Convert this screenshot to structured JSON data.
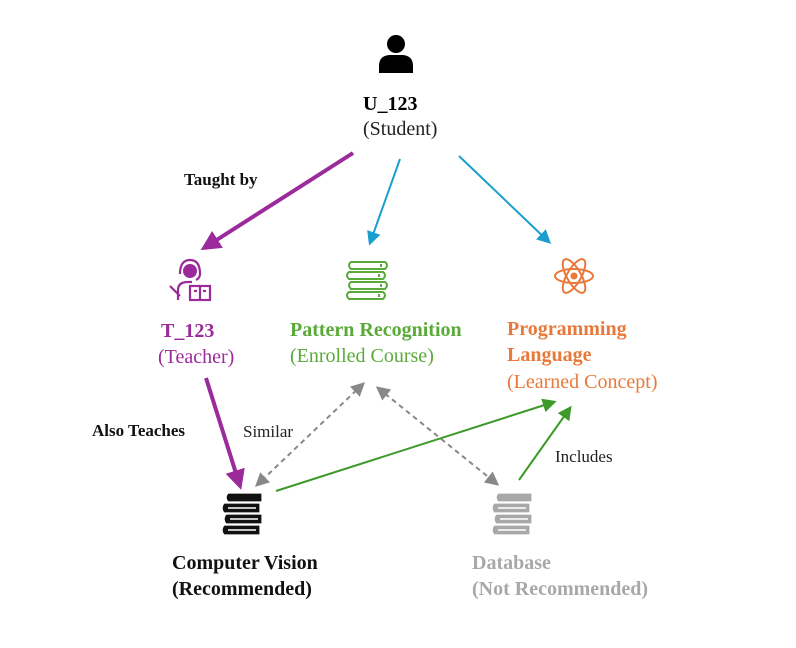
{
  "colors": {
    "student": "#000000",
    "teacher": "#9b2a9b",
    "course": "#5aaa3a",
    "concept": "#e8793a",
    "recommended": "#111111",
    "not_recommended": "#a8a8a8",
    "blue_edge": "#1a9ed0",
    "gray_edge": "#888888"
  },
  "nodes": {
    "student": {
      "title": "U_123",
      "subtitle": "(Student)",
      "icon": "person-icon"
    },
    "teacher": {
      "title": "T_123",
      "subtitle": "(Teacher)",
      "icon": "teacher-icon"
    },
    "course": {
      "title": "Pattern Recognition",
      "subtitle": "(Enrolled Course)",
      "icon": "books-icon"
    },
    "concept": {
      "title_line1": "Programming",
      "title_line2": "Language",
      "subtitle": "(Learned Concept)",
      "icon": "atom-icon"
    },
    "recommended": {
      "title": "Computer Vision",
      "subtitle": "(Recommended)",
      "icon": "books-icon"
    },
    "not_recommended": {
      "title": "Database",
      "subtitle": "(Not Recommended)",
      "icon": "books-icon"
    }
  },
  "edge_labels": {
    "taught_by": "Taught by",
    "also_teaches": "Also Teaches",
    "similar": "Similar",
    "includes": "Includes"
  }
}
